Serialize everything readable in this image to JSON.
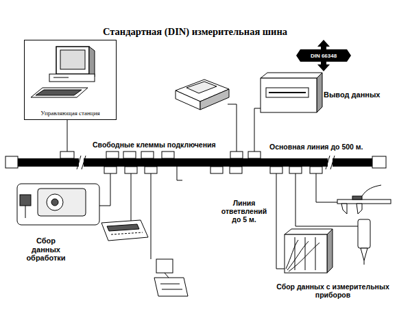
{
  "diagram": {
    "title": "Стандартная (DIN) измерительная шина",
    "nodes": [
      {
        "text": [
          "Управляющая станция"
        ]
      },
      {
        "text": [
          "DIN 66348"
        ]
      }
    ],
    "labels": [
      "Свободные клеммы подключения",
      "Вывод данных",
      "Основная линия до 500 м.",
      "Линия ответвлений до 5 м.",
      "Сбор данных обработки",
      "Сбор данных с измерительных приборов"
    ]
  }
}
